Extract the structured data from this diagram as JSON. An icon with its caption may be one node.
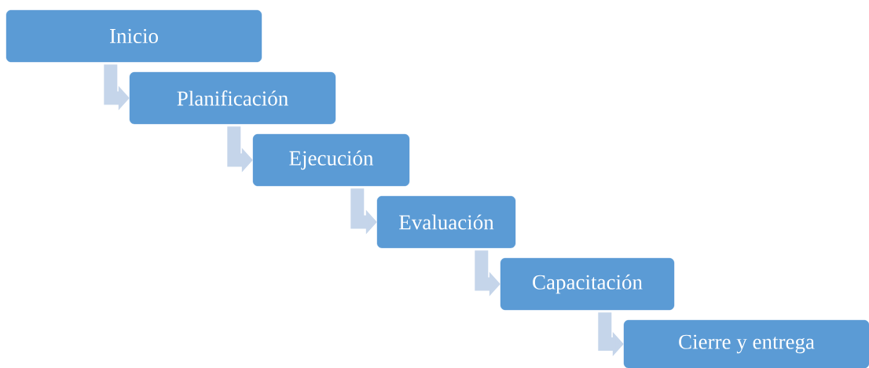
{
  "diagram": {
    "nodes": [
      {
        "text": [
          "Inicio"
        ]
      },
      {
        "text": [
          "Planificación"
        ]
      },
      {
        "text": [
          "Ejecución"
        ]
      },
      {
        "text": [
          "Evaluación"
        ]
      },
      {
        "text": [
          "Capacitación"
        ]
      },
      {
        "text": [
          "Cierre y entrega"
        ]
      }
    ],
    "edges": [
      {
        "from": 0,
        "to": 1,
        "arrow": "to"
      },
      {
        "from": 1,
        "to": 2,
        "arrow": "to"
      },
      {
        "from": 2,
        "to": 3,
        "arrow": "to"
      },
      {
        "from": 3,
        "to": 4,
        "arrow": "to"
      },
      {
        "from": 4,
        "to": 5,
        "arrow": "to"
      }
    ]
  }
}
